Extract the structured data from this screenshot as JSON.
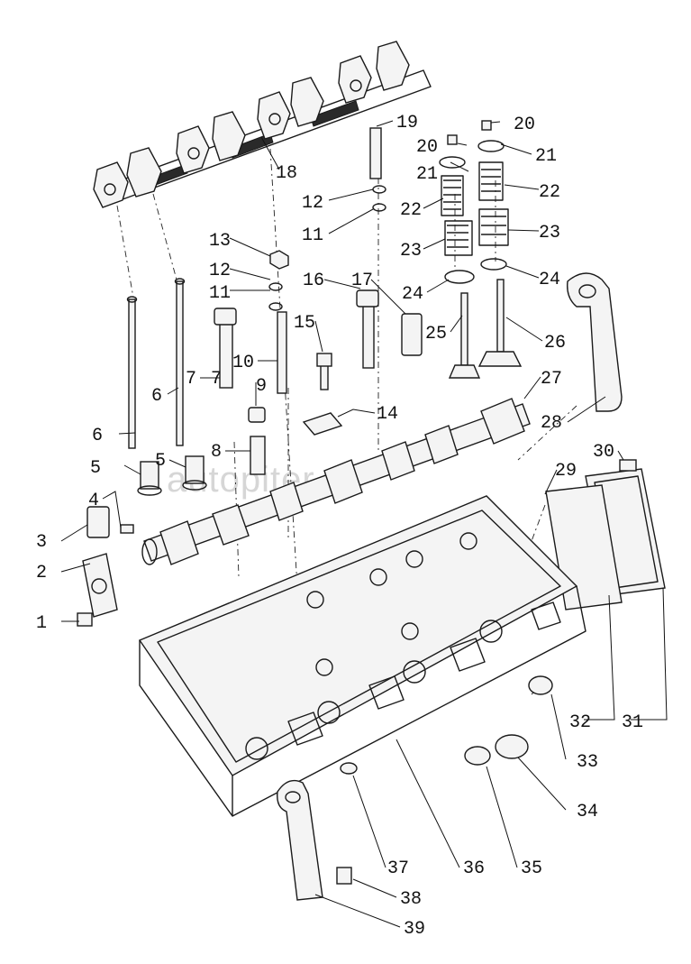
{
  "watermark": "autopiter.ru",
  "labels": [
    "1",
    "2",
    "3",
    "4",
    "5",
    "5",
    "6",
    "6",
    "7",
    "7",
    "8",
    "9",
    "10",
    "11",
    "11",
    "12",
    "12",
    "13",
    "14",
    "15",
    "16",
    "17",
    "18",
    "19",
    "20",
    "20",
    "21",
    "21",
    "22",
    "22",
    "23",
    "23",
    "24",
    "24",
    "25",
    "26",
    "27",
    "28",
    "29",
    "30",
    "31",
    "32",
    "33",
    "34",
    "35",
    "36",
    "37",
    "38",
    "39"
  ]
}
